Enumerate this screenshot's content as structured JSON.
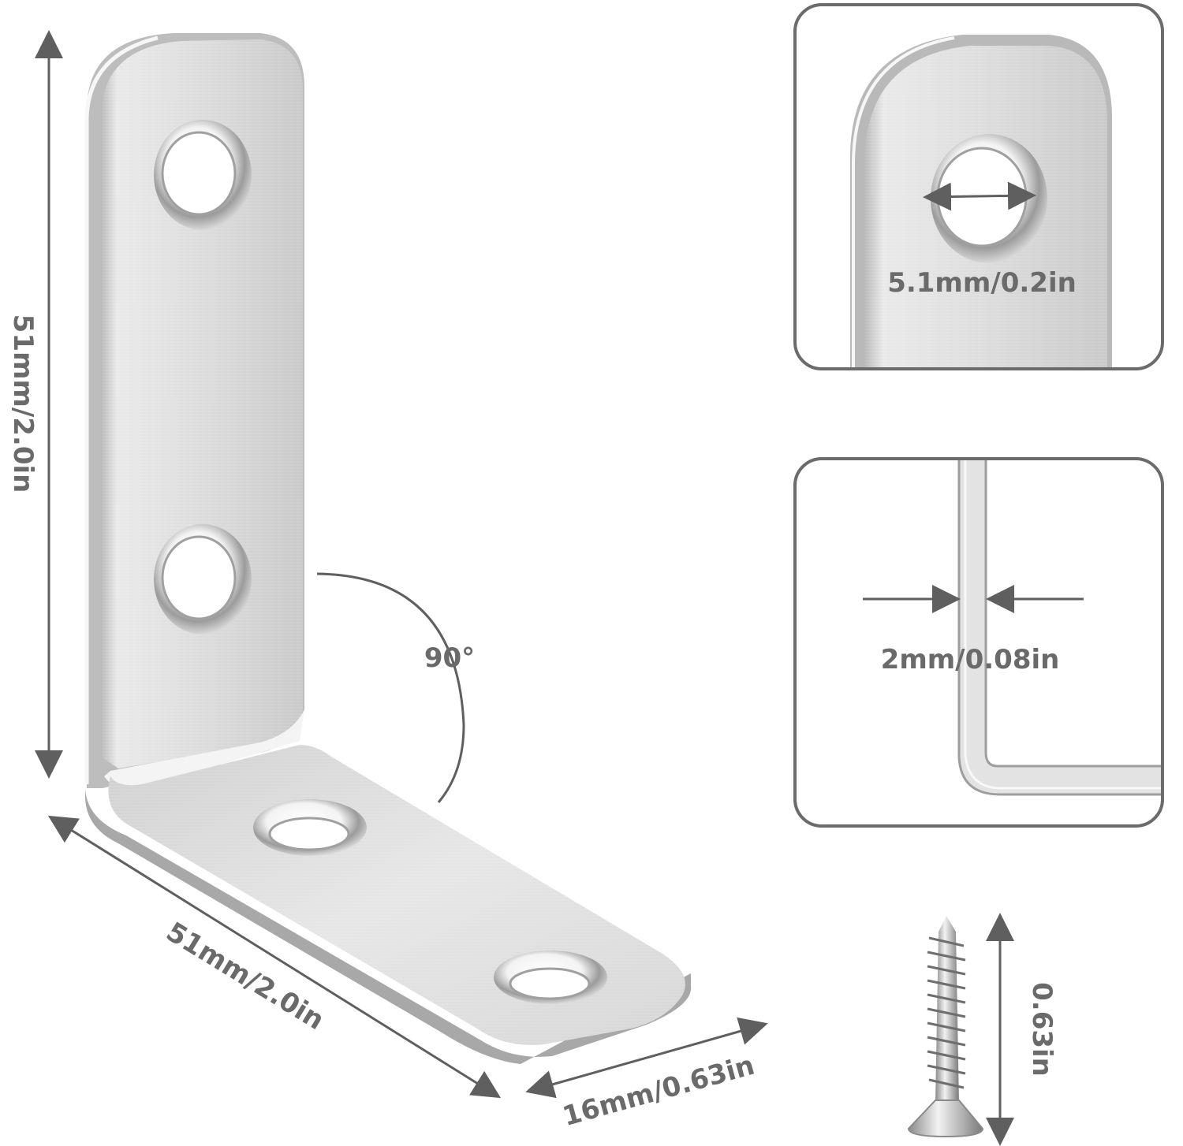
{
  "diagram": {
    "height_label": "51mm/2.0in",
    "length_label": "51mm/2.0in",
    "width_label": "16mm/0.63in",
    "angle_label": "90°",
    "hole_label": "5.1mm/0.2in",
    "thickness_label": "2mm/0.08in",
    "screw_length_label": "0.63in"
  },
  "colors": {
    "dimension": "#5f5f5f",
    "panel_border": "#6b6b6b",
    "steel_light": "#f1f1f1",
    "steel_dark": "#a9a9a9",
    "text": "#6a6a6a"
  }
}
